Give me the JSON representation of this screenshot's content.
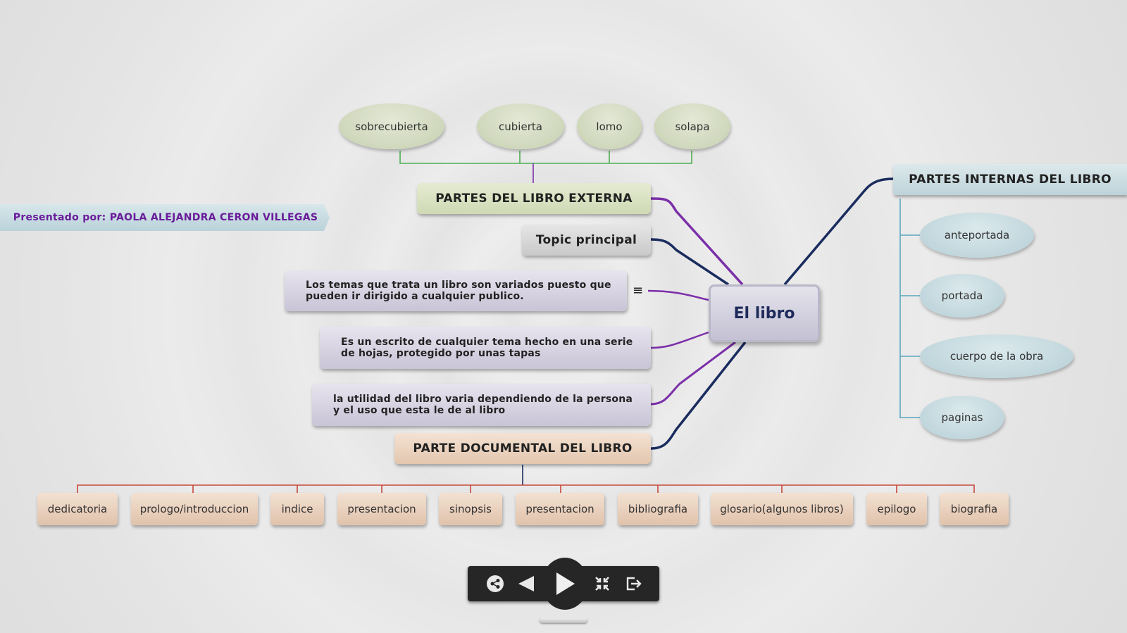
{
  "central": {
    "label": "El libro"
  },
  "presenter": {
    "label": "Presentado por: PAOLA ALEJANDRA CERON VILLEGAS"
  },
  "external": {
    "title": "PARTES DEL LIBRO EXTERNA",
    "items": [
      "sobrecubierta",
      "cubierta",
      "lomo",
      "solapa"
    ]
  },
  "topic_principal": {
    "label": "Topic principal"
  },
  "notes": [
    "Los temas que trata un libro son variados puesto que pueden ir dirigido a cualquier publico.",
    "Es un escrito de cualquier tema hecho en una serie de hojas, protegido por unas tapas",
    "la utilidad del libro varia dependiendo de la persona y el uso que esta le de al libro"
  ],
  "internal": {
    "title": "PARTES INTERNAS DEL LIBRO",
    "items": [
      "anteportada",
      "portada",
      "cuerpo de la obra",
      "paginas"
    ]
  },
  "documental": {
    "title": "PARTE DOCUMENTAL DEL LIBRO",
    "items": [
      "dedicatoria",
      "prologo/introduccion",
      "indice",
      "presentacion",
      "sinopsis",
      "presentacion",
      "bibliografia",
      "glosario(algunos libros)",
      "epilogo",
      "biografia"
    ]
  },
  "icons": {
    "note_menu": "≡",
    "share": "share-icon",
    "previous": "previous-icon",
    "play": "play-icon",
    "fullscreen": "fullscreen-exit-icon",
    "exit": "exit-icon"
  },
  "colors": {
    "external_branch": "#7b2fa8",
    "external_children": "#4caf50",
    "internal_branch": "#1a2c5e",
    "internal_children": "#5aa6bf",
    "documental_children": "#c9473a",
    "note_branch": "#7b2fa8",
    "central_text": "#1e2a5a",
    "presenter_text": "#6a1b9a"
  }
}
